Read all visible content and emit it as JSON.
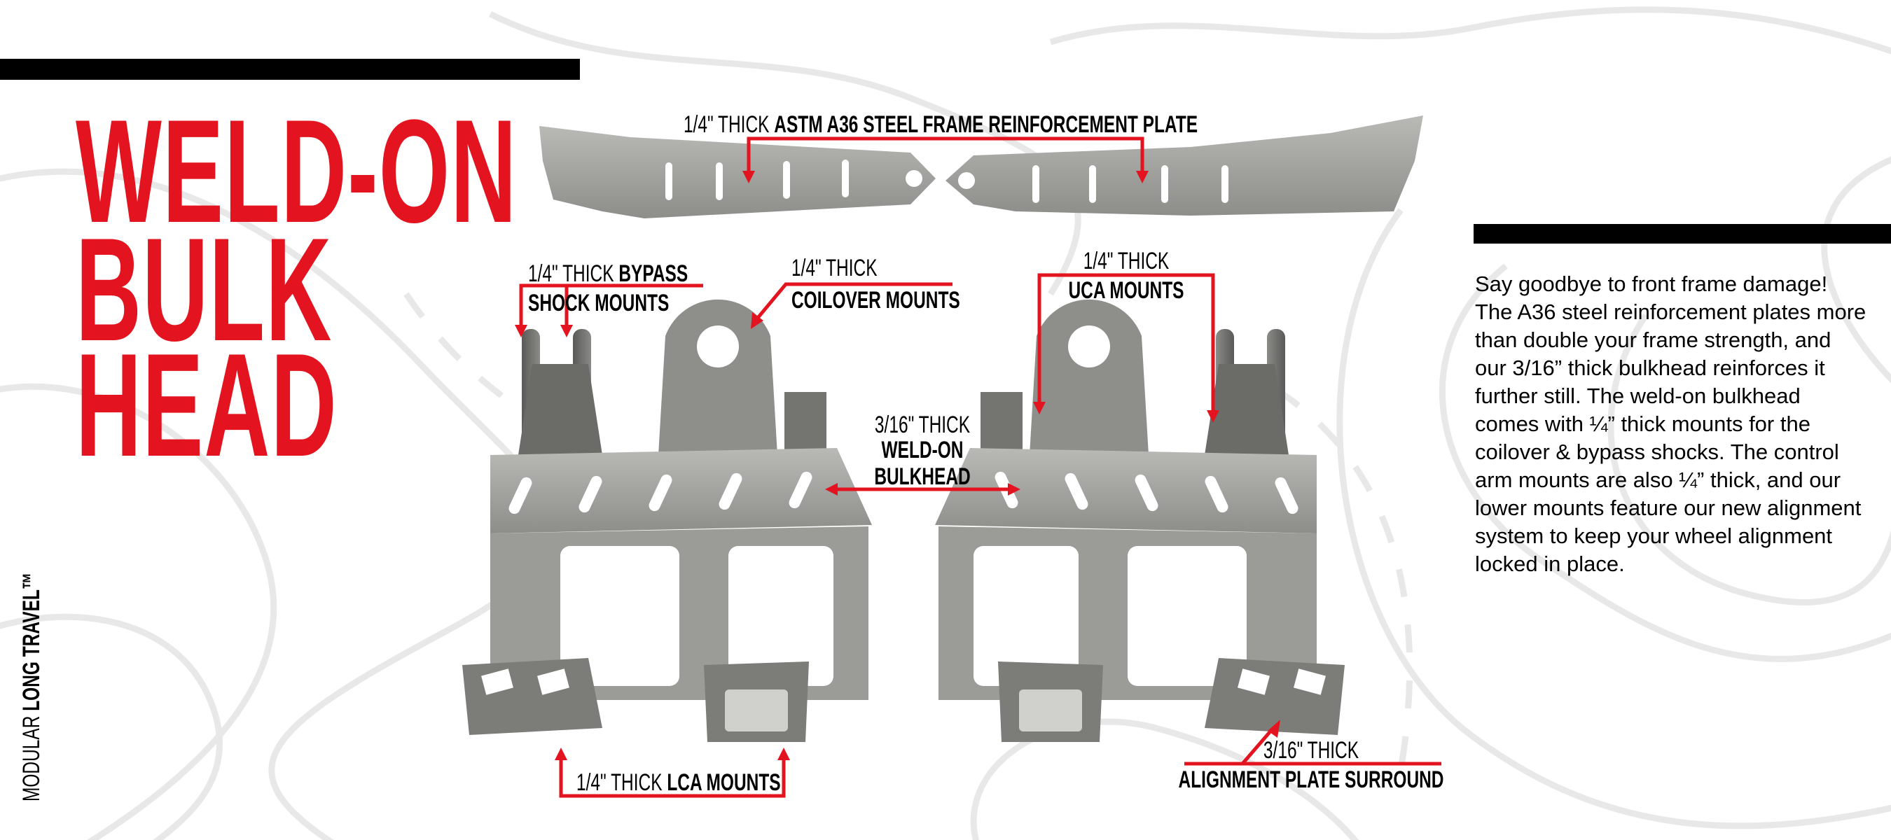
{
  "title": {
    "line1": "WELD-ON",
    "line2": "BULK",
    "line3": "HEAD"
  },
  "side_tagline": {
    "regular": "MODULAR",
    "bold": "LONG TRAVEL™"
  },
  "description": "Say goodbye to front frame damage! The A36 steel reinforcement plates more than double your frame strength, and our 3/16” thick bulkhead reinforces it further still. The weld-on bulkhead comes with ¼” thick mounts for the coilover & bypass shocks. The control arm mounts are also ¼” thick, and our lower mounts feature our new alignment system to keep your wheel alignment locked in place.",
  "callouts": {
    "plate": {
      "regular": "1/4\" THICK",
      "bold": "ASTM A36 STEEL FRAME REINFORCEMENT PLATE"
    },
    "bypass": {
      "regular": "1/4\" THICK",
      "bold1": "BYPASS",
      "bold2": "SHOCK MOUNTS"
    },
    "coilover": {
      "regular": "1/4\" THICK",
      "bold": "COILOVER MOUNTS"
    },
    "uca": {
      "regular": "1/4\" THICK",
      "bold": "UCA MOUNTS"
    },
    "bulkhead": {
      "regular": "3/16\" THICK",
      "bold1": "WELD-ON",
      "bold2": "BULKHEAD"
    },
    "lca": {
      "regular": "1/4\" THICK",
      "bold": "LCA MOUNTS"
    },
    "alignment": {
      "regular": "3/16\" THICK",
      "bold": "ALIGNMENT PLATE SURROUND"
    }
  },
  "colors": {
    "accent": "#e3141f",
    "steel": "#9a9a98",
    "topo": "#e8e8e8"
  }
}
